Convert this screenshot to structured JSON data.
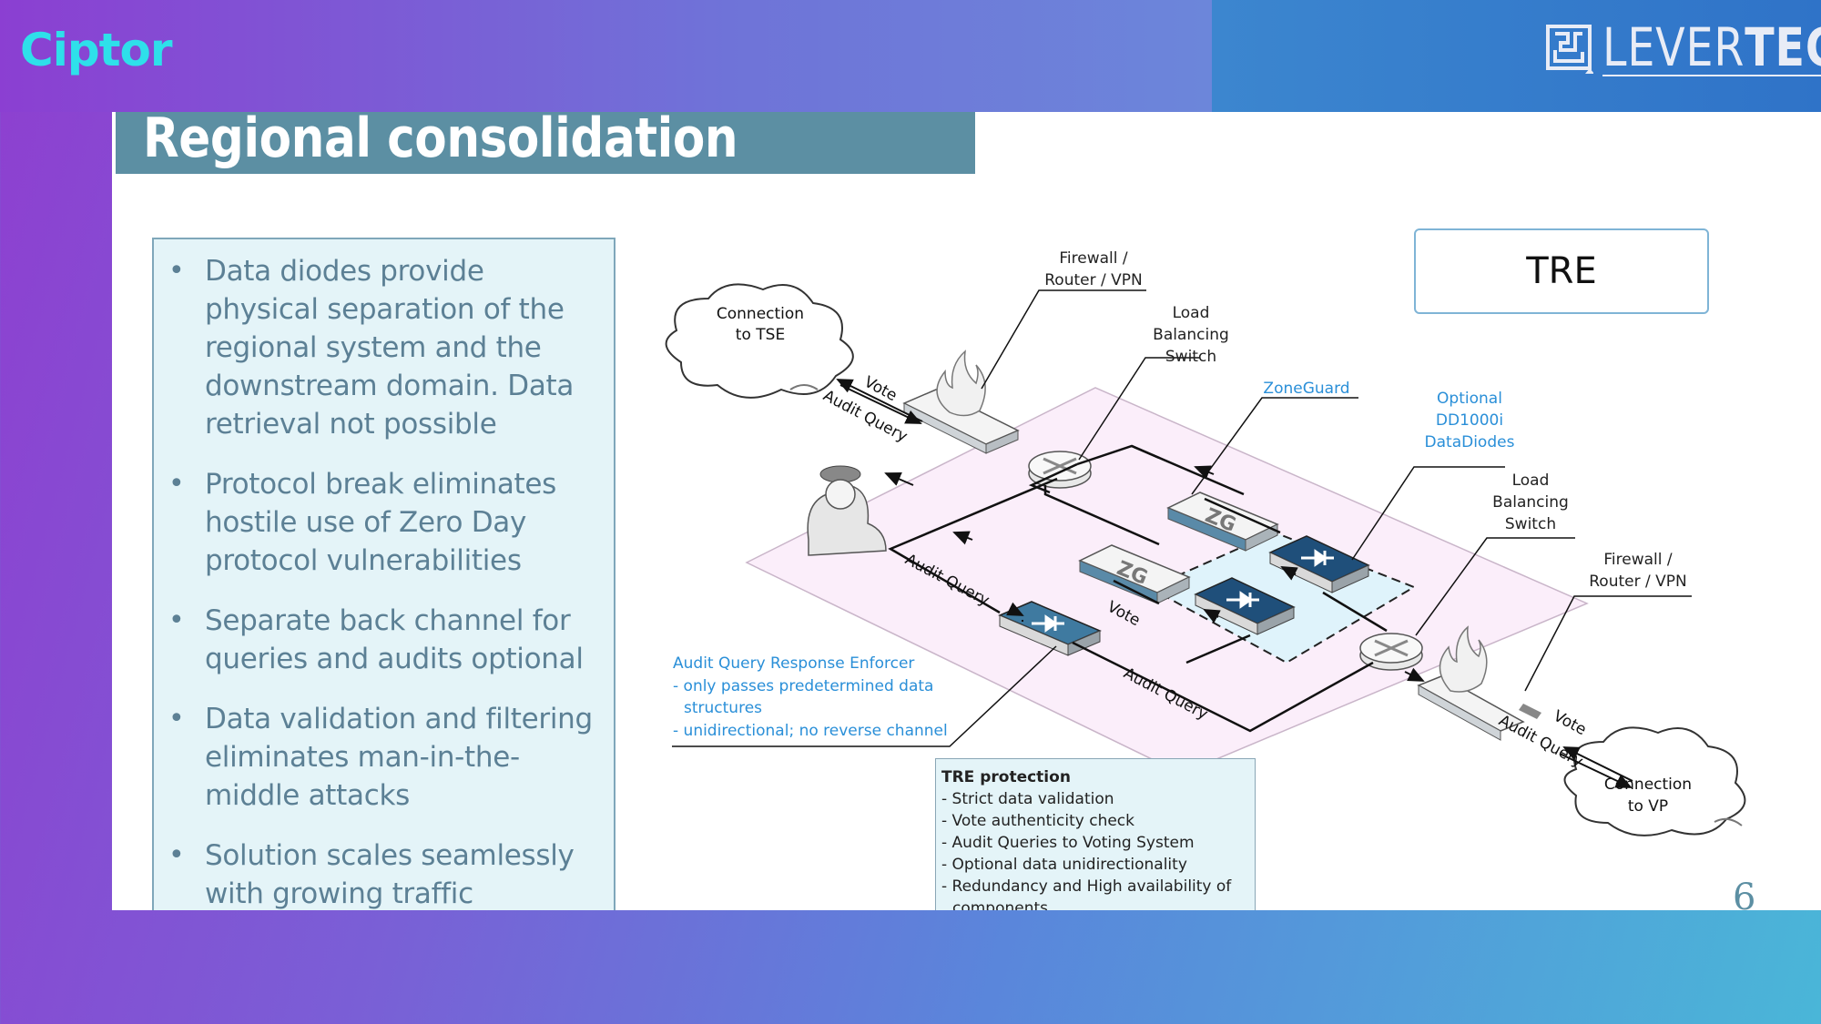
{
  "header": {
    "ciptor_logo": "Ciptor",
    "levertech_logo_light": "LEVER",
    "levertech_logo_bold": "TECH"
  },
  "slide": {
    "title": "Regional consolidation",
    "bullets": [
      "Data diodes provide physical separation of the regional system and the downstream domain. Data retrieval not possible",
      "Protocol break eliminates hostile use of Zero Day protocol vulnerabilities",
      "Separate back channel for queries and audits optional",
      "Data validation and filtering eliminates man-in-the-middle attacks",
      "Solution scales seamlessly with growing traffic demands"
    ],
    "tre_label": "TRE",
    "diagram": {
      "cloud_tse_line1": "Connection",
      "cloud_tse_line2": "to TSE",
      "cloud_vp_line1": "Connection",
      "cloud_vp_line2": "to VP",
      "firewall_top_line1": "Firewall /",
      "firewall_top_line2": "Router / VPN",
      "firewall_right_line1": "Firewall /",
      "firewall_right_line2": "Router / VPN",
      "lb_top_line1": "Load",
      "lb_top_line2": "Balancing",
      "lb_top_line3": "Switch",
      "lb_right_line1": "Load",
      "lb_right_line2": "Balancing",
      "lb_right_line3": "Switch",
      "zoneguard": "ZoneGuard",
      "optional_line1": "Optional",
      "optional_line2": "DD1000i",
      "optional_line3": "DataDiodes",
      "vote": "Vote",
      "audit_query": "Audit Query",
      "zg": "ZG",
      "enforcer_title": "Audit Query Response Enforcer",
      "enforcer_line1": "- only passes predetermined data",
      "enforcer_line2": "structures",
      "enforcer_line3": "- unidirectional; no reverse channel"
    },
    "protection": {
      "heading": "TRE protection",
      "items": [
        "- Strict data validation",
        "- Vote authenticity check",
        "- Audit Queries to Voting System",
        "- Optional data unidirectionality",
        "- Redundancy and High availability of",
        "components"
      ]
    },
    "page_number": "6"
  },
  "colors": {
    "title_bar": "#5c8fa3",
    "accent_cyan": "#2ee0ea",
    "diagram_blue": "#2a8fd8",
    "bullet_text": "#5c8095",
    "bullet_bg": "#e4f4f8"
  }
}
